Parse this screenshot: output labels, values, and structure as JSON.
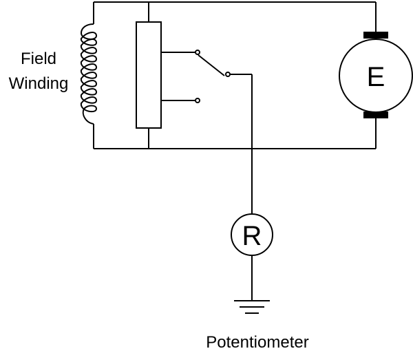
{
  "diagram": {
    "labels": {
      "field_line1": "Field",
      "field_line2": "Winding",
      "generator_letter": "E",
      "relay_letter": "R",
      "potentiometer": "Potentiometer"
    },
    "colors": {
      "line": "#000000",
      "background": "#ffffff"
    }
  }
}
